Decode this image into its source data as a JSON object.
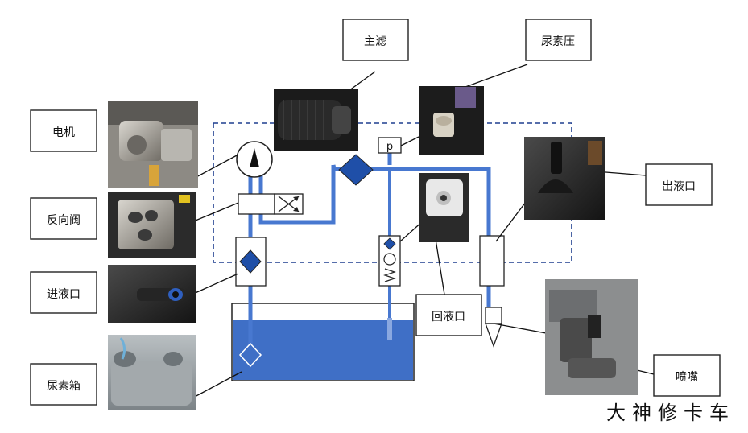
{
  "labels": {
    "main_filter": "主滤",
    "urea_pressure": "尿素压",
    "motor": "电机",
    "reversing_valve": "反向阀",
    "outlet": "出液口",
    "inlet": "进液口",
    "return_port": "回液口",
    "urea_tank": "尿素箱",
    "nozzle": "喷嘴",
    "pressure_sensor_symbol": "p"
  },
  "watermark": "大神修卡车",
  "colors": {
    "fluid": "#3f6fc6",
    "dashed_border": "#1f3f8f",
    "symbol_fill": "#1f4fa8"
  }
}
